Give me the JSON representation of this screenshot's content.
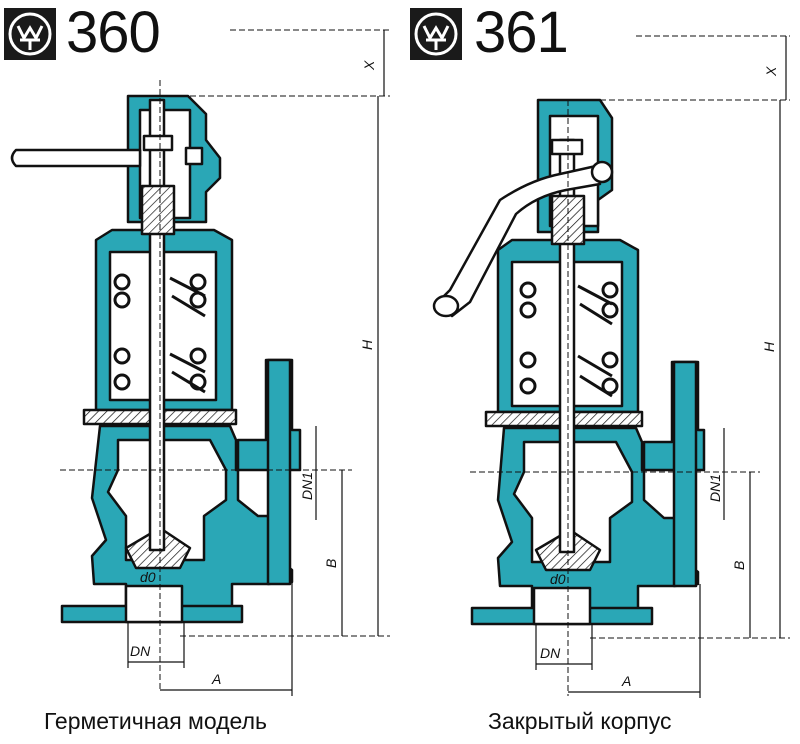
{
  "left": {
    "model_number": "360",
    "caption": "Герметичная модель",
    "labels": {
      "x": "X",
      "h": "H",
      "dn1": "DN1",
      "b": "B",
      "d0": "d0",
      "dn": "DN",
      "a": "A"
    }
  },
  "right": {
    "model_number": "361",
    "caption": "Закрытый корпус",
    "labels": {
      "x": "X",
      "h": "H",
      "dn1": "DN1",
      "b": "B",
      "d0": "d0",
      "dn": "DN",
      "a": "A"
    }
  },
  "colors": {
    "body": "#2aa7b6",
    "outline": "#111111",
    "logo_bg": "#1a1a1a"
  }
}
